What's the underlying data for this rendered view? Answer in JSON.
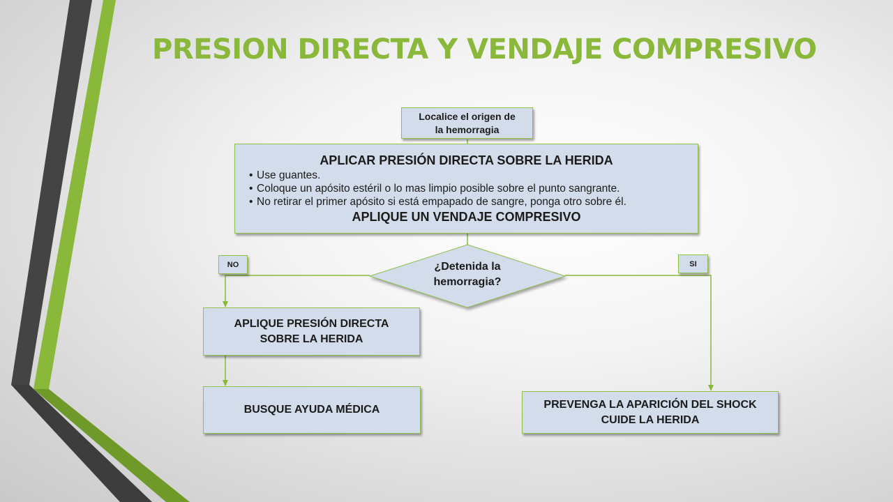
{
  "slide": {
    "title": "PRESION DIRECTA Y VENDAJE COMPRESIVO"
  },
  "colors": {
    "accent_green": "#8ab83a",
    "dark_gray": "#3f3f3f",
    "node_fill": "#d3dcea",
    "node_border": "#8fbf4d"
  },
  "flowchart": {
    "start": {
      "line1": "Localice el origen de",
      "line2": "la hemorragia"
    },
    "apply_pressure": {
      "heading": "APLICAR PRESIÓN DIRECTA SOBRE LA HERIDA",
      "bullets": [
        "Use guantes.",
        "Coloque un apósito estéril o lo mas limpio posible sobre el punto sangrante.",
        "No retirar el primer apósito si está empapado de sangre, ponga otro sobre él."
      ],
      "footer": "APLIQUE UN VENDAJE COMPRESIVO"
    },
    "decision": {
      "line1": "¿Detenida la",
      "line2": "hemorragia?"
    },
    "no_label": "NO",
    "yes_label": "SI",
    "no_step1": {
      "line1": "APLIQUE PRESIÓN DIRECTA",
      "line2": "SOBRE LA HERIDA"
    },
    "no_step2": "BUSQUE AYUDA MÉDICA",
    "yes_step": {
      "line1": "PREVENGA LA APARICIÓN DEL SHOCK",
      "line2": "CUIDE LA HERIDA"
    }
  }
}
